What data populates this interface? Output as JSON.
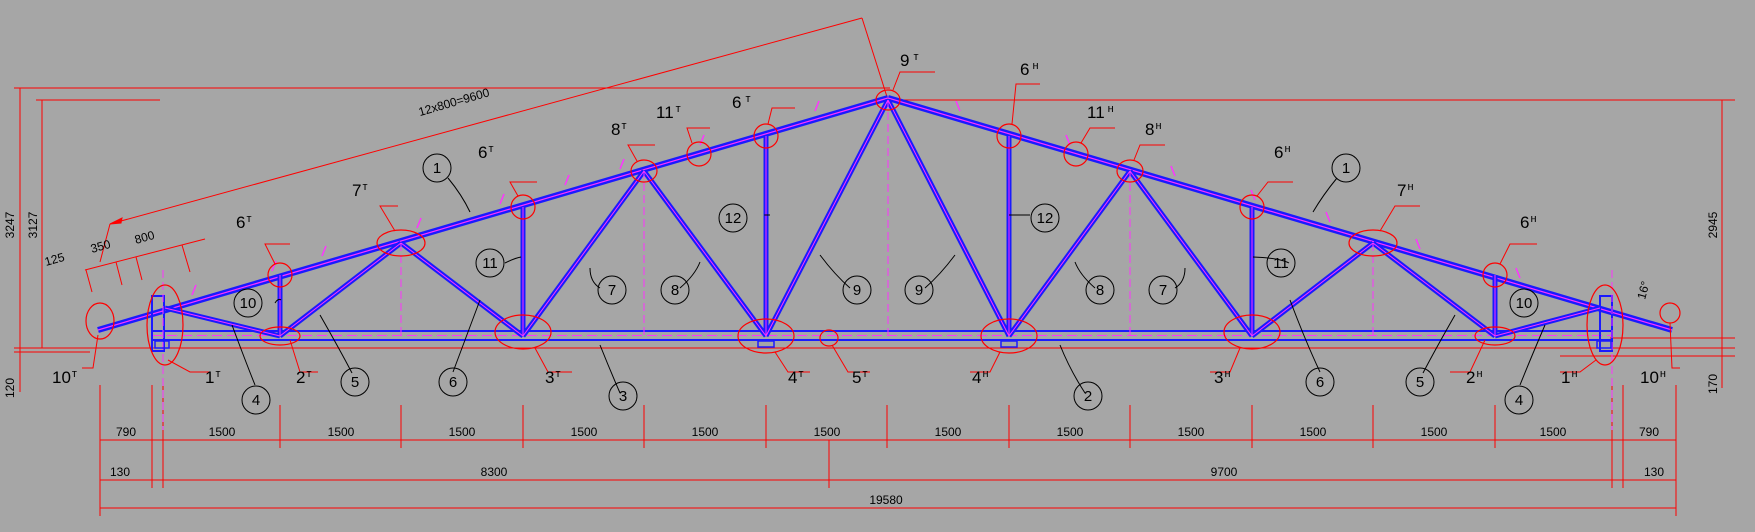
{
  "dimensions": {
    "top_slope": "12x800=9600",
    "slope_125": "125",
    "slope_350": "350",
    "slope_800": "800",
    "height_left_outer": "3247",
    "height_left_inner": "3127",
    "height_right": "2945",
    "left_bottom": "120",
    "right_bottom": "170",
    "angle": "16°",
    "span_790_left": "790",
    "span_790_right": "790",
    "panel": "1500",
    "left_130": "130",
    "left_8300": "8300",
    "right_9700": "9700",
    "right_130": "130",
    "total": "19580"
  },
  "node_labels": {
    "n9t": {
      "num": "9",
      "sup": "т"
    },
    "n6t_top": {
      "num": "6",
      "sup": "т"
    },
    "n11t": {
      "num": "11",
      "sup": "т"
    },
    "n8t": {
      "num": "8",
      "sup": "т"
    },
    "n6t_mid": {
      "num": "6",
      "sup": "т"
    },
    "n7t": {
      "num": "7",
      "sup": "т"
    },
    "n6t_low": {
      "num": "6",
      "sup": "т"
    },
    "n6h_top": {
      "num": "6",
      "sup": "н"
    },
    "n11h": {
      "num": "11",
      "sup": "н"
    },
    "n8h": {
      "num": "8",
      "sup": "н"
    },
    "n6h_mid": {
      "num": "6",
      "sup": "н"
    },
    "n7h": {
      "num": "7",
      "sup": "н"
    },
    "n6h_low": {
      "num": "6",
      "sup": "н"
    },
    "n10t": {
      "num": "10",
      "sup": "т"
    },
    "n1t": {
      "num": "1",
      "sup": "т"
    },
    "n2t": {
      "num": "2",
      "sup": "т"
    },
    "n3t": {
      "num": "3",
      "sup": "т"
    },
    "n4t": {
      "num": "4",
      "sup": "т"
    },
    "n5t": {
      "num": "5",
      "sup": "т"
    },
    "n4h": {
      "num": "4",
      "sup": "н"
    },
    "n3h": {
      "num": "3",
      "sup": "н"
    },
    "n2h": {
      "num": "2",
      "sup": "н"
    },
    "n1h": {
      "num": "1",
      "sup": "н"
    },
    "n10h": {
      "num": "10",
      "sup": "н"
    }
  },
  "members": {
    "m1_left": "1",
    "m1_right": "1",
    "m10_left": "10",
    "m10_right": "10",
    "m11_left": "11",
    "m11_right": "11",
    "m12_left": "12",
    "m12_right": "12",
    "m7_left": "7",
    "m7_right": "7",
    "m8_left": "8",
    "m8_right": "8",
    "m9_left": "9",
    "m9_right": "9",
    "m4_left": "4",
    "m4_right": "4",
    "m5_left": "5",
    "m5_right": "5",
    "m6_left": "6",
    "m6_right": "6",
    "m3": "3",
    "m2": "2"
  },
  "colors": {
    "background": "#a6a6a6",
    "member": "#1a1aff",
    "member_inner": "#ff33ff",
    "dimension": "#ff0000",
    "text": "#000000"
  }
}
